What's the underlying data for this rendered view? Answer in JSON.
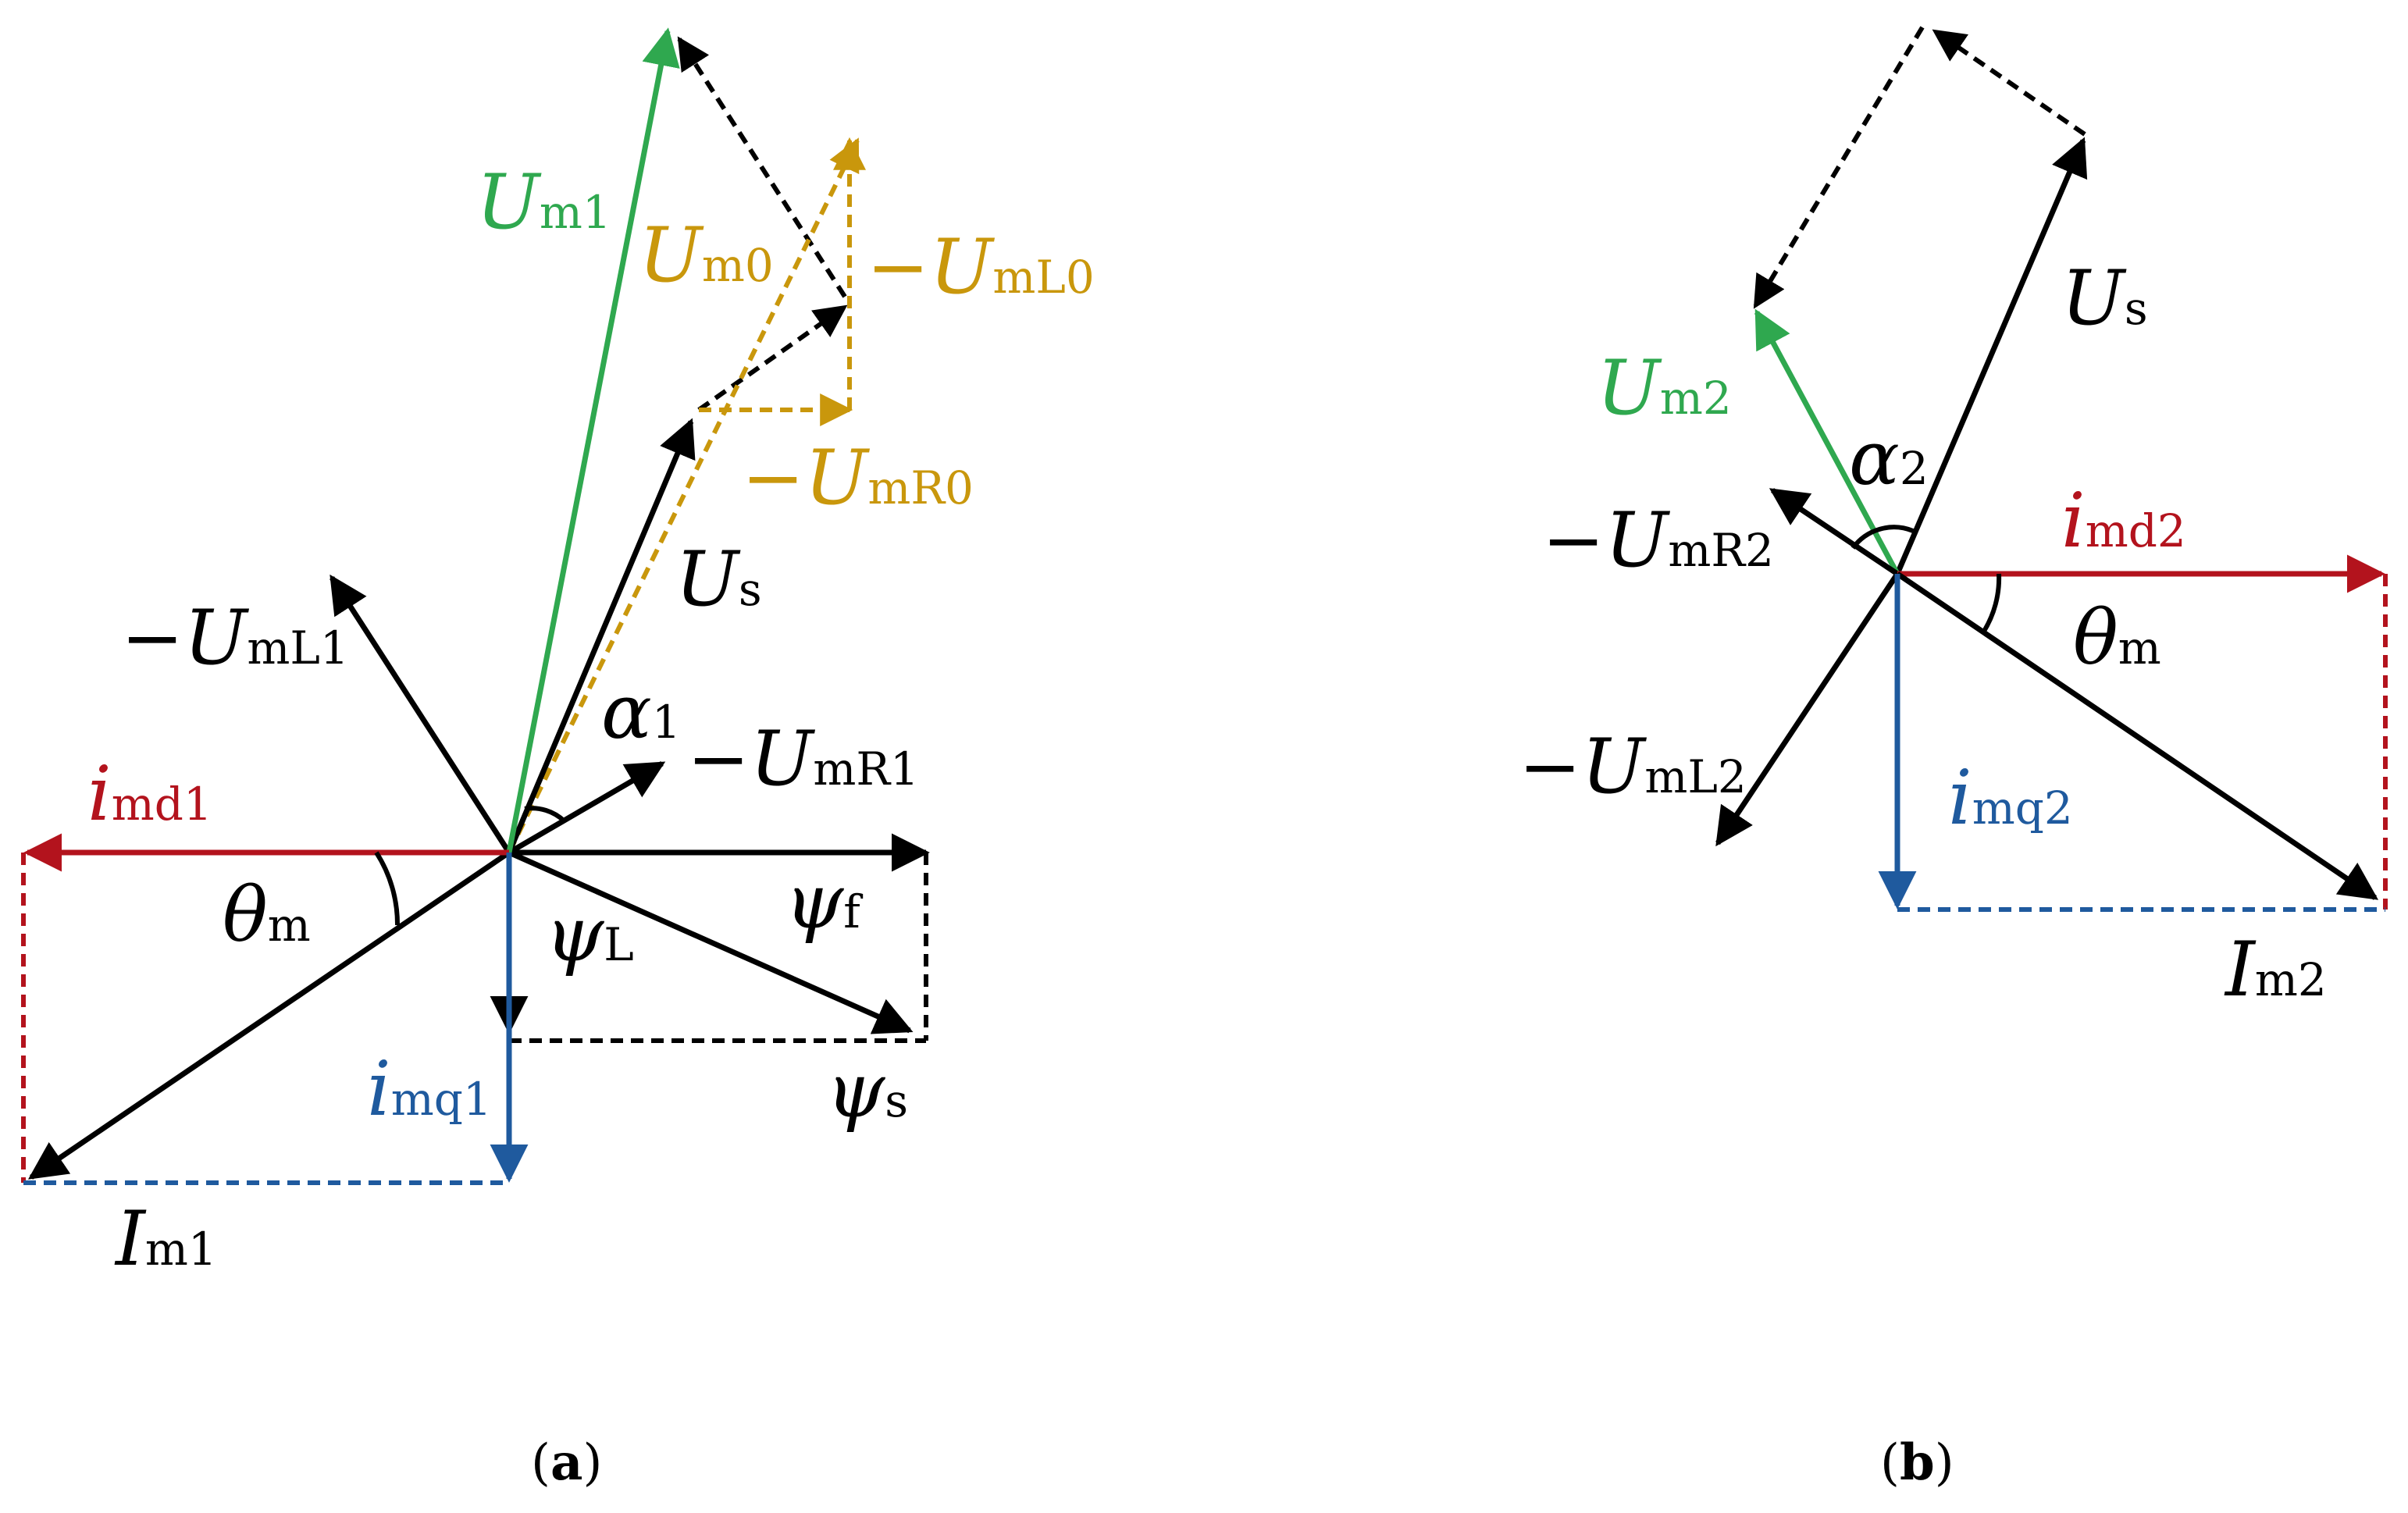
{
  "colors": {
    "black": "#000000",
    "green": "#2fa84f",
    "gold": "#c9970c",
    "red": "#b3131d",
    "blue": "#1f5a9e"
  },
  "panel_a": {
    "caption": {
      "open": "(",
      "letter": "a",
      "close": ")"
    },
    "labels": {
      "U_m1": {
        "main": "U",
        "sub": "m1"
      },
      "U_m0": {
        "main": "U",
        "sub": "m0"
      },
      "neg_U_mL0": {
        "main": "−U",
        "sub": "mL0"
      },
      "neg_U_mR0": {
        "main": "−U",
        "sub": "mR0"
      },
      "U_s": {
        "main": "U",
        "sub": "s"
      },
      "neg_U_mL1": {
        "main": "−U",
        "sub": "mL1"
      },
      "alpha_1": {
        "main": "α",
        "sub": "1"
      },
      "neg_U_mR1": {
        "main": "−U",
        "sub": "mR1"
      },
      "i_md1": {
        "main": "i",
        "sub": "md1"
      },
      "theta_m": {
        "main": "θ",
        "sub": "m"
      },
      "psi_L": {
        "main": "ψ",
        "sub": "L"
      },
      "psi_f": {
        "main": "ψ",
        "sub": "f"
      },
      "i_mq1": {
        "main": "i",
        "sub": "mq1"
      },
      "psi_s": {
        "main": "ψ",
        "sub": "s"
      },
      "I_m1": {
        "main": "I",
        "sub": "m1"
      }
    }
  },
  "panel_b": {
    "caption": {
      "open": "(",
      "letter": "b",
      "close": ")"
    },
    "labels": {
      "U_s": {
        "main": "U",
        "sub": "s"
      },
      "U_m2": {
        "main": "U",
        "sub": "m2"
      },
      "alpha_2": {
        "main": "α",
        "sub": "2"
      },
      "neg_U_mR2": {
        "main": "−U",
        "sub": "mR2"
      },
      "i_md2": {
        "main": "i",
        "sub": "md2"
      },
      "theta_m": {
        "main": "θ",
        "sub": "m"
      },
      "neg_U_mL2": {
        "main": "−U",
        "sub": "mL2"
      },
      "i_mq2": {
        "main": "i",
        "sub": "mq2"
      },
      "I_m2": {
        "main": "I",
        "sub": "m2"
      }
    }
  }
}
